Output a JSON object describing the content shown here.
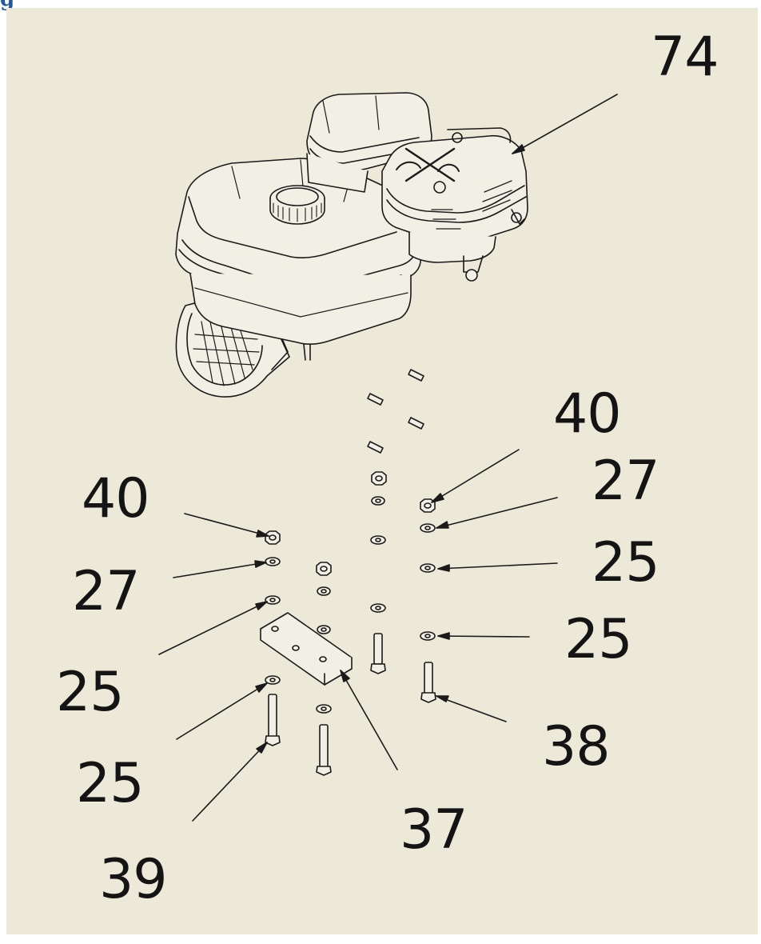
{
  "header": {
    "fragment": "g"
  },
  "colors": {
    "background": "#ece9d8",
    "ink": "#1a1a1a",
    "header_text": "#1f5a9e"
  },
  "callouts": [
    {
      "id": "engine",
      "label": "74"
    },
    {
      "id": "nut-right",
      "label": "40"
    },
    {
      "id": "lockwasher-right",
      "label": "27"
    },
    {
      "id": "washer-right-upper",
      "label": "25"
    },
    {
      "id": "washer-right-lower",
      "label": "25"
    },
    {
      "id": "bolt-right",
      "label": "38"
    },
    {
      "id": "plate",
      "label": "37"
    },
    {
      "id": "nut-left",
      "label": "40"
    },
    {
      "id": "lockwasher-left",
      "label": "27"
    },
    {
      "id": "washer-left-upper",
      "label": "25"
    },
    {
      "id": "washer-left-lower",
      "label": "25"
    },
    {
      "id": "bolt-left",
      "label": "39"
    }
  ]
}
